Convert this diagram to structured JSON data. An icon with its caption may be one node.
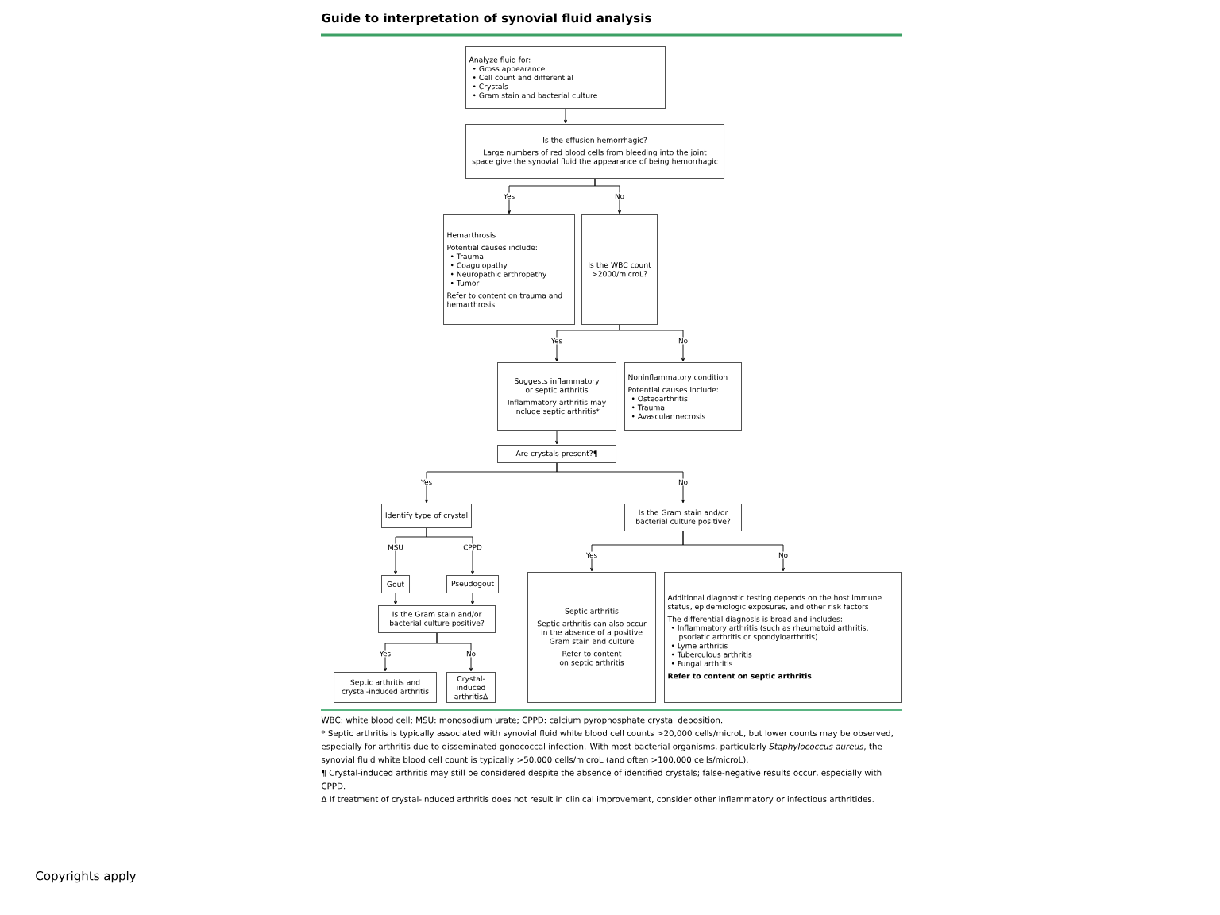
{
  "diagram": {
    "title": "Guide to interpretation of synovial fluid analysis",
    "nodes": [
      {
        "text": [
          "Analyze fluid for:",
          "• Gross appearance",
          "• Cell count and differential",
          "• Crystals",
          "• Gram stain and bacterial culture"
        ]
      },
      {
        "text": [
          "Is the effusion hemorrhagic?",
          "Large numbers of red blood cells from bleeding into the joint space give the synovial fluid the appearance of being hemorrhagic"
        ]
      },
      {
        "text": [
          "Hemarthrosis",
          "Potential causes include:",
          "• Trauma",
          "• Coagulopathy",
          "• Neuropathic arthropathy",
          "• Tumor",
          "Refer to content on trauma and hemarthrosis"
        ]
      },
      {
        "text": [
          "Is the WBC count >2000/microL?"
        ]
      },
      {
        "text": [
          "Suggests inflammatory or septic arthritis",
          "Inflammatory arthritis may include septic arthritis*"
        ]
      },
      {
        "text": [
          "Noninflammatory condition",
          "Potential causes include:",
          "• Osteoarthritis",
          "• Trauma",
          "• Avascular necrosis"
        ]
      },
      {
        "text": [
          "Are crystals present?¶"
        ]
      },
      {
        "text": [
          "Identify type of crystal"
        ]
      },
      {
        "text": [
          "Is the Gram stain and/or bacterial culture positive?"
        ]
      },
      {
        "text": [
          "Gout"
        ]
      },
      {
        "text": [
          "Pseudogout"
        ]
      },
      {
        "text": [
          "Is the Gram stain and/or bacterial culture positive?"
        ]
      },
      {
        "text": [
          "Septic arthritis and crystal-induced arthritis"
        ]
      },
      {
        "text": [
          "Crystal-induced arthritisΔ"
        ]
      },
      {
        "text": [
          "Septic arthritis",
          "Septic arthritis can also occur in the absence of a positive Gram stain and culture",
          "Refer to content on septic arthritis"
        ]
      },
      {
        "text": [
          "Additional diagnostic testing depends on the host immune status, epidemiologic exposures, and other risk factors",
          "The differential diagnosis is broad and includes:",
          "• Inflammatory arthritis (such as rheumatoid arthritis, psoriatic arthritis or spondyloarthritis)",
          "• Lyme arthritis",
          "• Tuberculous arthritis",
          "• Fungal arthritis",
          "Refer to content on septic arthritis"
        ]
      }
    ],
    "edges": [
      {
        "from": 0,
        "to": 1,
        "arrow": "to"
      },
      {
        "from": 1,
        "to": 2,
        "arrow": "to",
        "label": "Yes"
      },
      {
        "from": 1,
        "to": 3,
        "arrow": "to",
        "label": "No"
      },
      {
        "from": 3,
        "to": 4,
        "arrow": "to",
        "label": "Yes"
      },
      {
        "from": 3,
        "to": 5,
        "arrow": "to",
        "label": "No"
      },
      {
        "from": 4,
        "to": 6,
        "arrow": "to"
      },
      {
        "from": 6,
        "to": 7,
        "arrow": "to",
        "label": "Yes"
      },
      {
        "from": 6,
        "to": 8,
        "arrow": "to",
        "label": "No"
      },
      {
        "from": 7,
        "to": 9,
        "arrow": "to",
        "label": "MSU"
      },
      {
        "from": 7,
        "to": 10,
        "arrow": "to",
        "label": "CPPD"
      },
      {
        "from": 9,
        "to": 11,
        "arrow": "to"
      },
      {
        "from": 10,
        "to": 11,
        "arrow": "to"
      },
      {
        "from": 11,
        "to": 12,
        "arrow": "to",
        "label": "Yes"
      },
      {
        "from": 11,
        "to": 13,
        "arrow": "to",
        "label": "No"
      },
      {
        "from": 8,
        "to": 14,
        "arrow": "to",
        "label": "Yes"
      },
      {
        "from": 8,
        "to": 15,
        "arrow": "to",
        "label": "No"
      }
    ],
    "labels": [
      "WBC: white blood cell; MSU: monosodium urate; CPPD: calcium pyrophosphate crystal deposition.",
      "* Septic arthritis is typically associated with synovial fluid white blood cell counts >20,000 cells/microL, but lower counts may be observed, especially for arthritis due to disseminated gonococcal infection. With most bacterial organisms, particularly *Staphylococcus aureus*, the synovial fluid white blood cell count is typically >50,000 cells/microL (and often >100,000 cells/microL).",
      "¶ Crystal-induced arthritis may still be considered despite the absence of identified crystals; false-negative results occur, especially with CPPD.",
      "Δ If treatment of crystal-induced arthritis does not result in clinical improvement, consider other inflammatory or infectious arthritides.",
      "Copyrights apply"
    ]
  }
}
